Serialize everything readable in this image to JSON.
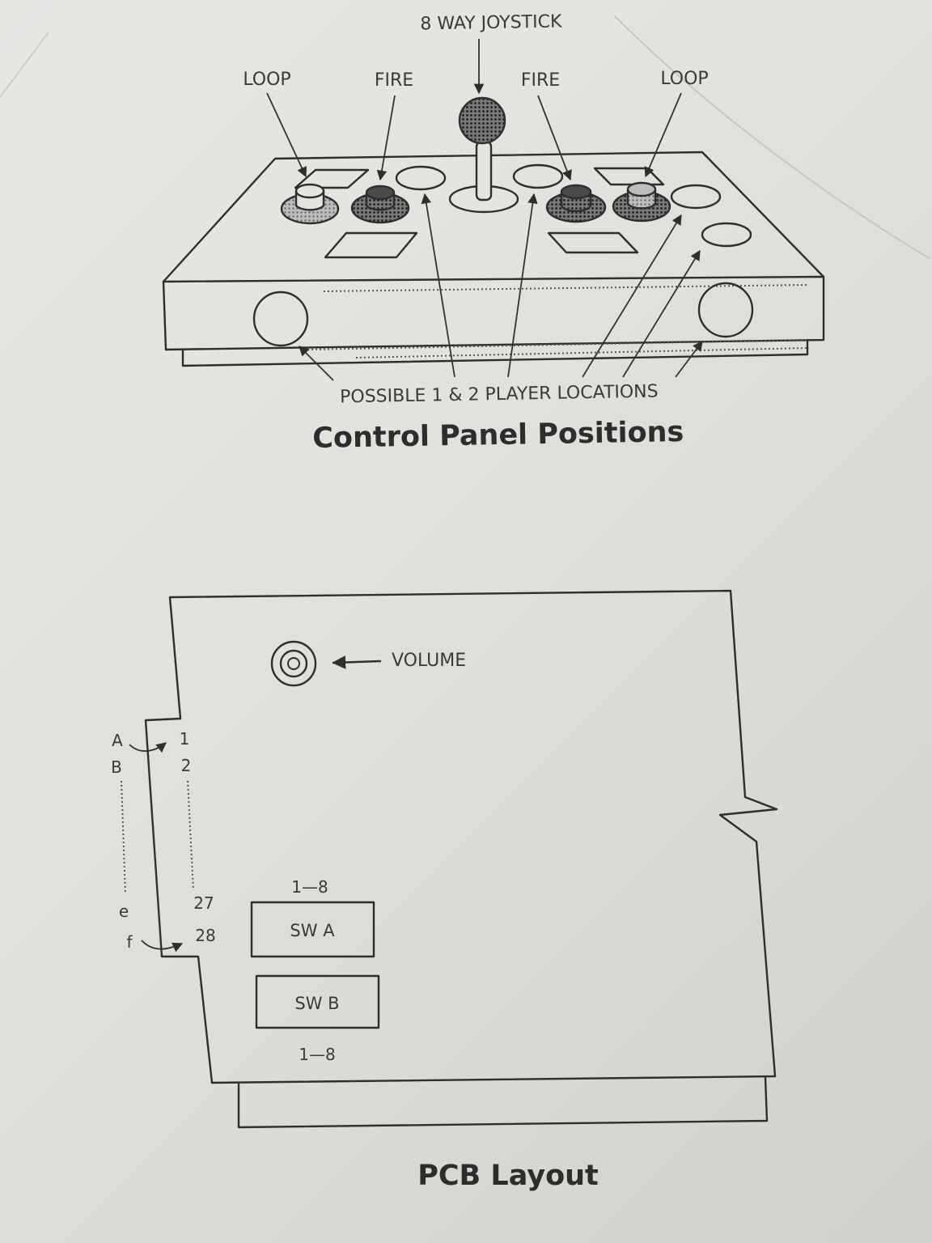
{
  "control_panel": {
    "labels": {
      "joystick": "8 WAY JOYSTICK",
      "loop_left": "LOOP",
      "fire_left": "FIRE",
      "fire_right": "FIRE",
      "loop_right": "LOOP",
      "possible_locations": "POSSIBLE 1 & 2 PLAYER LOCATIONS"
    },
    "title": "Control Panel Positions"
  },
  "pcb": {
    "labels": {
      "volume": "VOLUME",
      "edge_A": "A",
      "edge_B": "B",
      "edge_e": "e",
      "edge_f": "f",
      "pin_1": "1",
      "pin_2": "2",
      "pin_27": "27",
      "pin_28": "28",
      "sw_a_range": "1—8",
      "sw_a": "SW A",
      "sw_b": "SW B",
      "sw_b_range": "1—8"
    },
    "title": "PCB Layout"
  },
  "colors": {
    "ink": "#2e2e2e",
    "paper": "#e6e4e0"
  }
}
